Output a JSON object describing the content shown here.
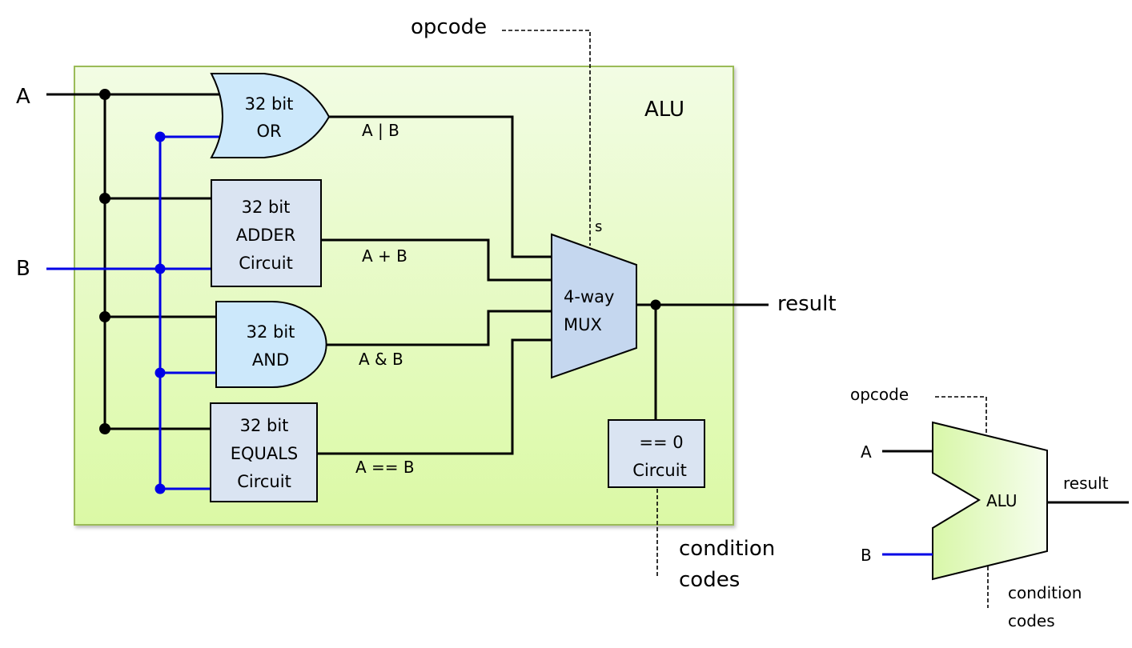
{
  "diagram": {
    "title": "ALU",
    "inputs": {
      "a": "A",
      "b": "B"
    },
    "control": {
      "opcode": "opcode",
      "select": "s"
    },
    "outputs": {
      "result": "result",
      "condition_codes": [
        "condition",
        "codes"
      ]
    },
    "units": [
      {
        "id": "or",
        "lines": [
          "32 bit",
          "OR"
        ],
        "output_label": "A | B"
      },
      {
        "id": "adder",
        "lines": [
          "32 bit",
          "ADDER",
          "Circuit"
        ],
        "output_label": "A + B"
      },
      {
        "id": "and",
        "lines": [
          "32 bit",
          "AND"
        ],
        "output_label": "A & B"
      },
      {
        "id": "equals",
        "lines": [
          "32 bit",
          "EQUALS",
          "Circuit"
        ],
        "output_label": "A == B"
      }
    ],
    "mux": {
      "lines": [
        "4-way",
        "MUX"
      ]
    },
    "zero_check": {
      "lines": [
        "== 0",
        "Circuit"
      ]
    },
    "colors": {
      "a_wire": "#000000",
      "b_wire": "#0000e6",
      "alu_box": "#e3f8c0",
      "gate_fill": "#cce8fb",
      "block_fill": "#dae4f2",
      "mux_fill": "#c5d7ef"
    }
  },
  "symbol": {
    "label": "ALU",
    "opcode": "opcode",
    "a": "A",
    "b": "B",
    "result": "result",
    "condition_codes": [
      "condition",
      "codes"
    ]
  }
}
